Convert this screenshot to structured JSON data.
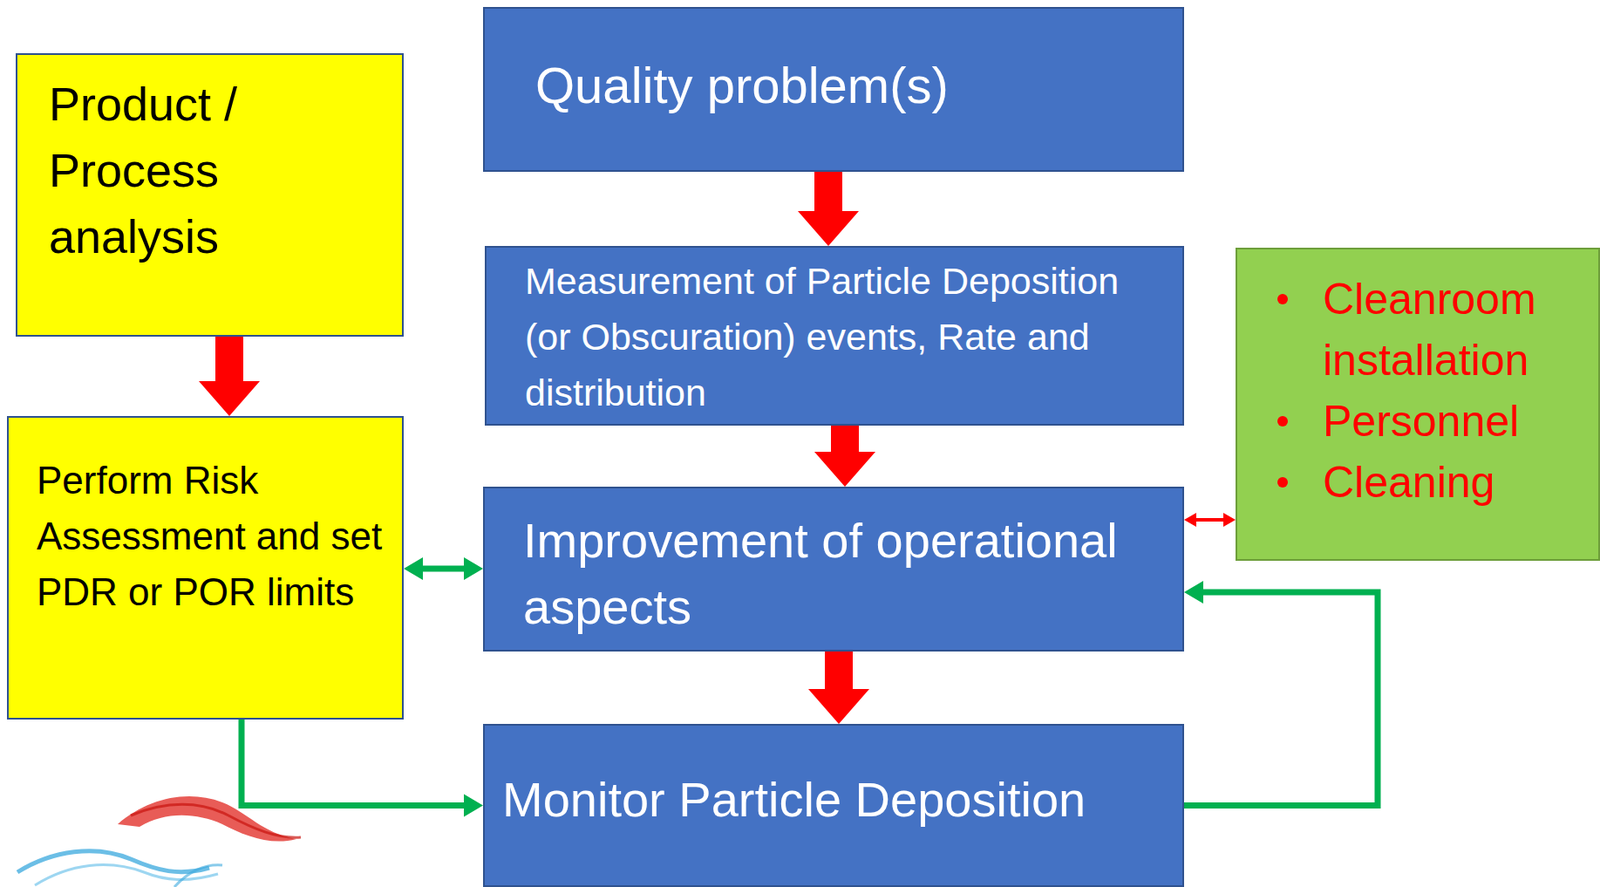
{
  "diagram": {
    "nodes": [
      {
        "text": [
          "Quality problem(s)"
        ]
      },
      {
        "text": [
          "Product / Process analysis"
        ]
      },
      {
        "text": [
          "Measurement of Particle Deposition (or Obscuration) events, Rate and distribution"
        ]
      },
      {
        "text": [
          "Cleanroom installation",
          "Personnel",
          "Cleaning"
        ]
      },
      {
        "text": [
          "Perform Risk Assessment and set PDR or POR limits"
        ]
      },
      {
        "text": [
          "Improvement of operational aspects"
        ]
      },
      {
        "text": [
          "Monitor Particle Deposition"
        ]
      }
    ],
    "edges": [
      {
        "from": 0,
        "to": 2,
        "arrow": "to"
      },
      {
        "from": 2,
        "to": 5,
        "arrow": "to"
      },
      {
        "from": 5,
        "to": 6,
        "arrow": "to"
      },
      {
        "from": 1,
        "to": 4,
        "arrow": "to"
      },
      {
        "from": 4,
        "to": 5,
        "arrow": "both"
      },
      {
        "from": 3,
        "to": 5,
        "arrow": "both"
      },
      {
        "from": 4,
        "to": 6,
        "arrow": "to"
      },
      {
        "from": 6,
        "to": 5,
        "arrow": "to"
      }
    ]
  }
}
